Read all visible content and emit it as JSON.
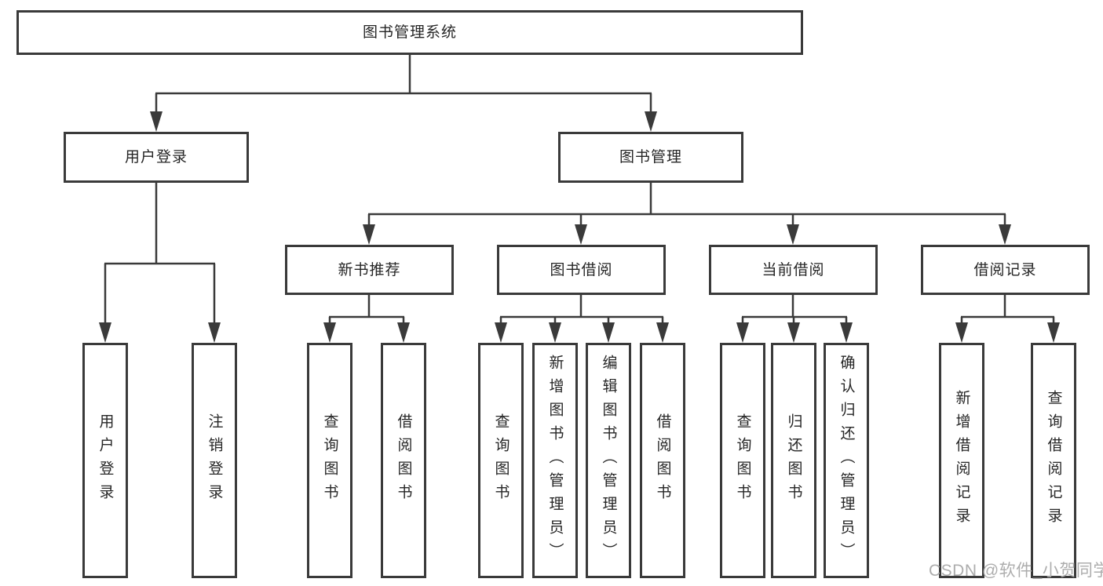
{
  "tree": {
    "label": "图书管理系统",
    "children": [
      {
        "label": "用户登录",
        "children": [
          {
            "label": "用户登录"
          },
          {
            "label": "注销登录"
          }
        ]
      },
      {
        "label": "图书管理",
        "children": [
          {
            "label": "新书推荐",
            "children": [
              {
                "label": "查询图书"
              },
              {
                "label": "借阅图书"
              }
            ]
          },
          {
            "label": "图书借阅",
            "children": [
              {
                "label": "查询图书"
              },
              {
                "label": "新增图书（管理员）"
              },
              {
                "label": "编辑图书（管理员）"
              },
              {
                "label": "借阅图书"
              }
            ]
          },
          {
            "label": "当前借阅",
            "children": [
              {
                "label": "查询图书"
              },
              {
                "label": "归还图书"
              },
              {
                "label": "确认归还（管理员）"
              }
            ]
          },
          {
            "label": "借阅记录",
            "children": [
              {
                "label": "新增借阅记录"
              },
              {
                "label": "查询借阅记录"
              }
            ]
          }
        ]
      }
    ]
  },
  "watermark": {
    "text": "CSDN @软件_小贺同学"
  },
  "colors": {
    "line": "#3a3a3a",
    "node_text": "#262626",
    "watermark": "#adadad",
    "background": "#ffffff"
  }
}
